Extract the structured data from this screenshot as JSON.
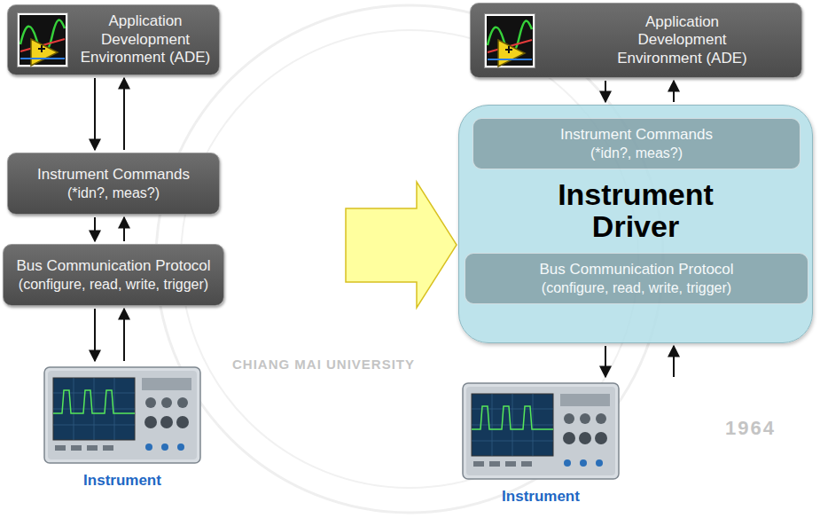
{
  "diagram": {
    "nodes": [
      {
        "text": [
          "Application Development Environment (ADE)"
        ]
      },
      {
        "text": [
          "Instrument Commands",
          "(*idn?, meas?)"
        ]
      },
      {
        "text": [
          "Bus Communication Protocol",
          "(configure, read, write, trigger)"
        ]
      },
      {
        "text": [
          "Instrument"
        ]
      },
      {
        "text": [
          "Application Development Environment (ADE)"
        ]
      },
      {
        "text": [
          "Instrument Driver"
        ]
      },
      {
        "text": [
          "Instrument Commands",
          "(*idn?, meas?)"
        ],
        "in": 5
      },
      {
        "text": [
          "Bus Communication Protocol",
          "(configure, read, write, trigger)"
        ],
        "in": 5
      },
      {
        "text": [
          "Instrument"
        ]
      }
    ],
    "edges": [
      {
        "from": 0,
        "to": 1,
        "arrow": "to"
      },
      {
        "from": 1,
        "to": 0,
        "arrow": "to"
      },
      {
        "from": 1,
        "to": 2,
        "arrow": "to"
      },
      {
        "from": 2,
        "to": 1,
        "arrow": "to"
      },
      {
        "from": 2,
        "to": 3,
        "arrow": "to"
      },
      {
        "from": 3,
        "to": 2,
        "arrow": "to"
      },
      {
        "from": 4,
        "to": 5,
        "arrow": "to"
      },
      {
        "from": 5,
        "to": 4,
        "arrow": "to"
      },
      {
        "from": 5,
        "to": 8,
        "arrow": "to"
      },
      {
        "from": 8,
        "to": 5,
        "arrow": "to"
      }
    ],
    "labels": [
      "CHIANG MAI UNIVERSITY",
      "1964"
    ]
  }
}
